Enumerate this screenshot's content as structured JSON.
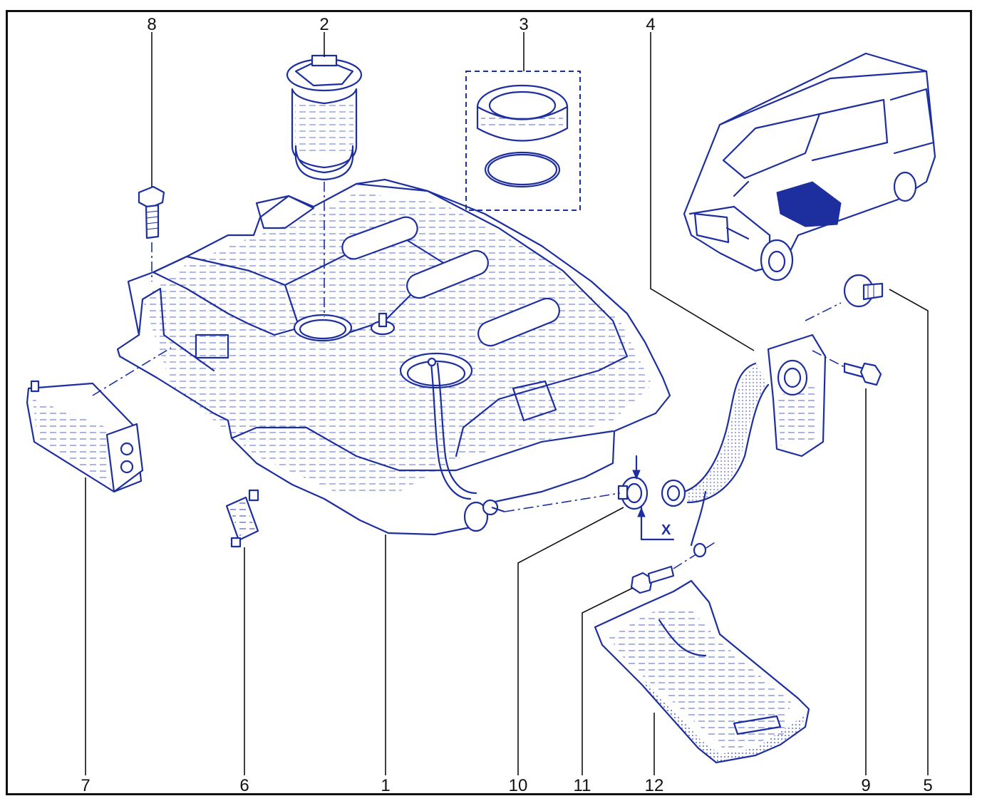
{
  "callouts": {
    "c1": "1",
    "c2": "2",
    "c3": "3",
    "c4": "4",
    "c5": "5",
    "c6": "6",
    "c7": "7",
    "c8": "8",
    "c9": "9",
    "c10": "10",
    "c11": "11",
    "c12": "12"
  },
  "markers": {
    "x": "X"
  },
  "colors": {
    "ink": "#1d2f9e",
    "leader": "#111111",
    "frame": "#111111"
  }
}
